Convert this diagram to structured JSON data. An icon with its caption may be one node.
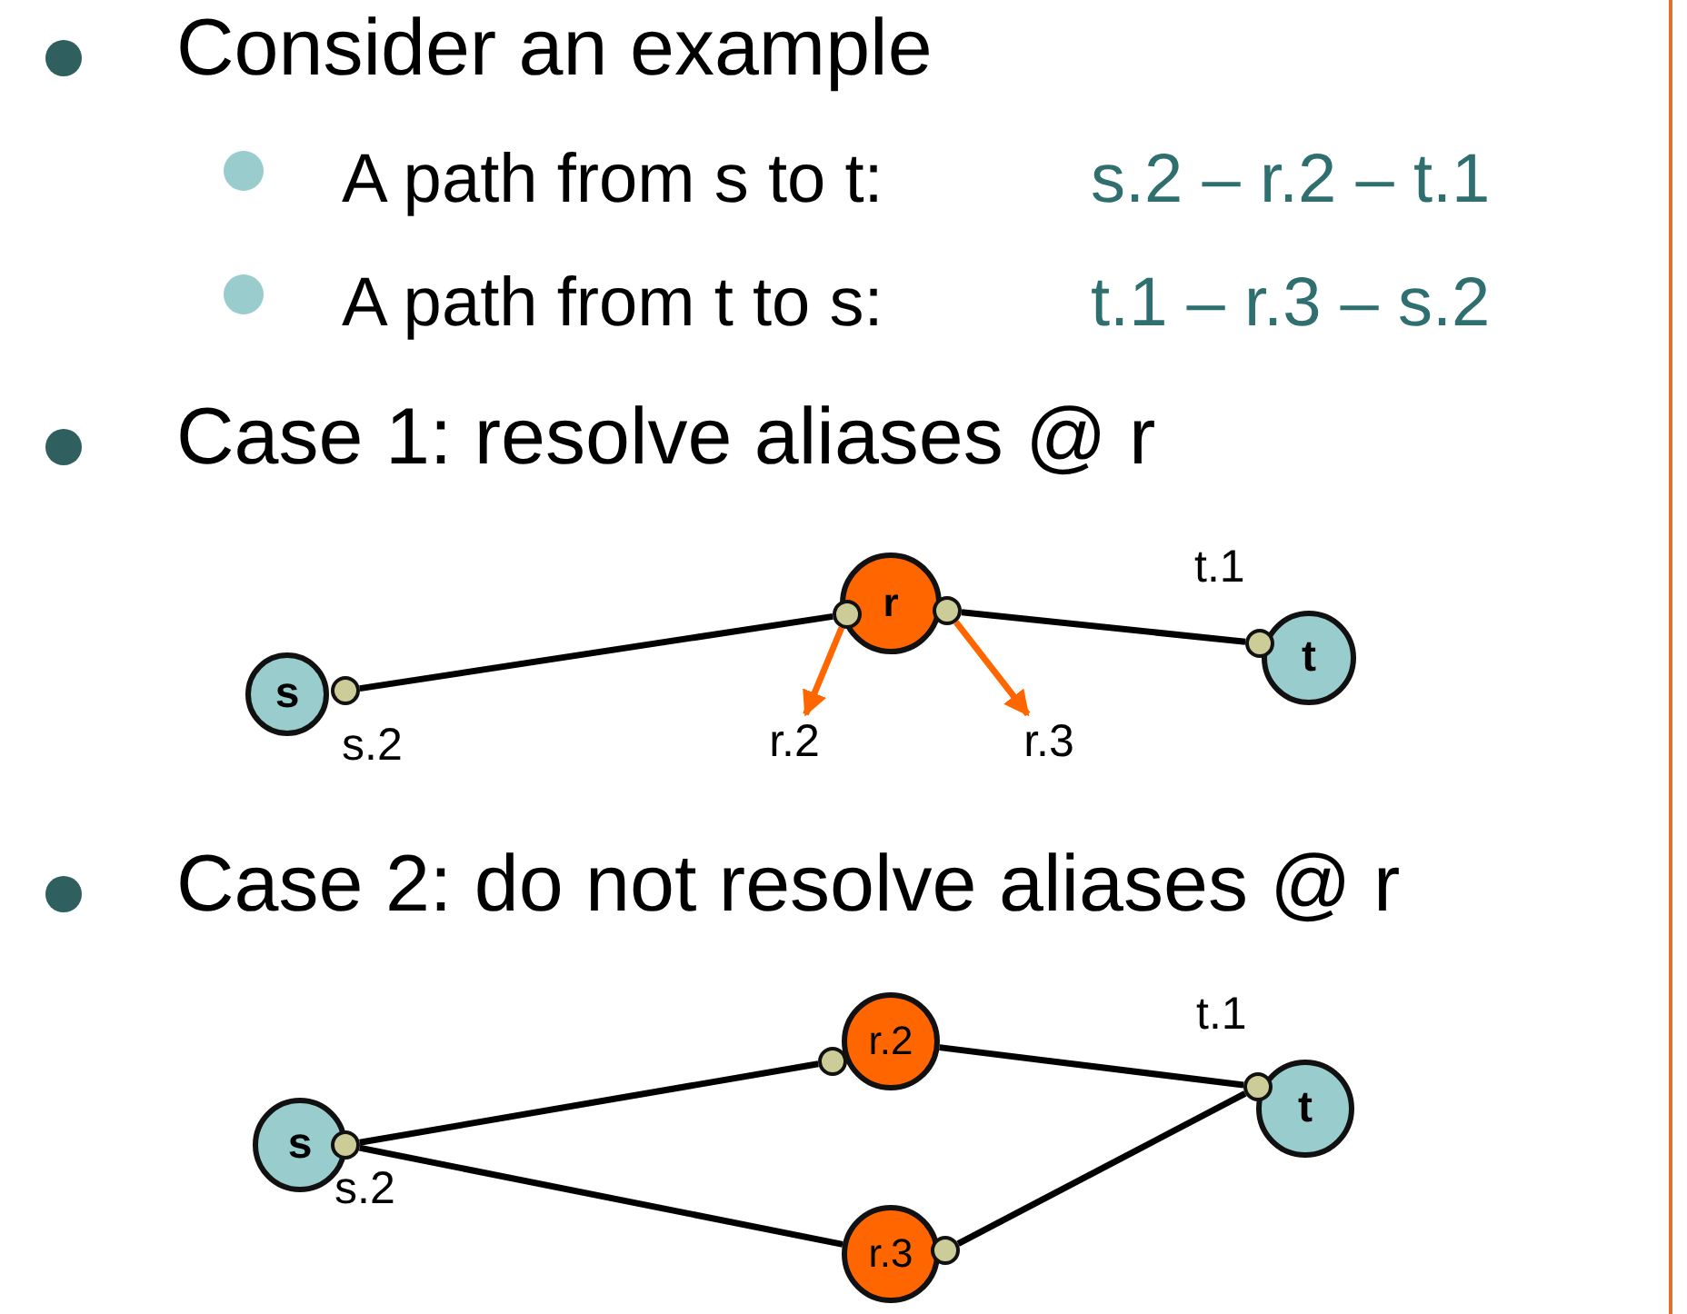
{
  "diagram": {
    "nodes": [
      {
        "text": [
          "s"
        ]
      },
      {
        "text": [],
        "shape": "circle",
        "beside": [
          "s.2"
        ]
      },
      {
        "text": [
          "r"
        ]
      },
      {
        "text": [],
        "shape": "circle"
      },
      {
        "text": [],
        "shape": "circle"
      },
      {
        "text": [
          "t"
        ]
      },
      {
        "text": [],
        "shape": "circle",
        "beside": [
          "t.1"
        ]
      },
      {
        "text": [
          "r.2"
        ]
      },
      {
        "text": [
          "r.3"
        ]
      },
      {
        "text": [
          "s"
        ]
      },
      {
        "text": [],
        "shape": "circle",
        "beside": [
          "s.2"
        ]
      },
      {
        "text": [
          "r.2"
        ]
      },
      {
        "text": [],
        "shape": "circle"
      },
      {
        "text": [
          "t"
        ]
      },
      {
        "text": [],
        "shape": "circle",
        "beside": [
          "t.1"
        ]
      },
      {
        "text": [
          "r.3"
        ]
      },
      {
        "text": [],
        "shape": "circle"
      }
    ],
    "edges": [
      {
        "from": 1,
        "to": 3,
        "arrow": "none"
      },
      {
        "from": 4,
        "to": 6,
        "arrow": "none"
      },
      {
        "from": 3,
        "to": 7,
        "arrow": "to",
        "color": "#ff6600"
      },
      {
        "from": 4,
        "to": 8,
        "arrow": "to",
        "color": "#ff6600"
      },
      {
        "from": 10,
        "to": 12,
        "arrow": "none"
      },
      {
        "from": 11,
        "to": 14,
        "arrow": "none"
      },
      {
        "from": 10,
        "to": 15,
        "arrow": "none"
      },
      {
        "from": 16,
        "to": 14,
        "arrow": "none"
      }
    ],
    "labels": [
      "Consider an example",
      "A path from s to t:",
      "s.2 – r.2 – t.1",
      "A path from t to s:",
      "t.1 – r.3 – s.2",
      "Case 1: resolve aliases @ r",
      "Case 2: do not resolve aliases @ r"
    ]
  }
}
